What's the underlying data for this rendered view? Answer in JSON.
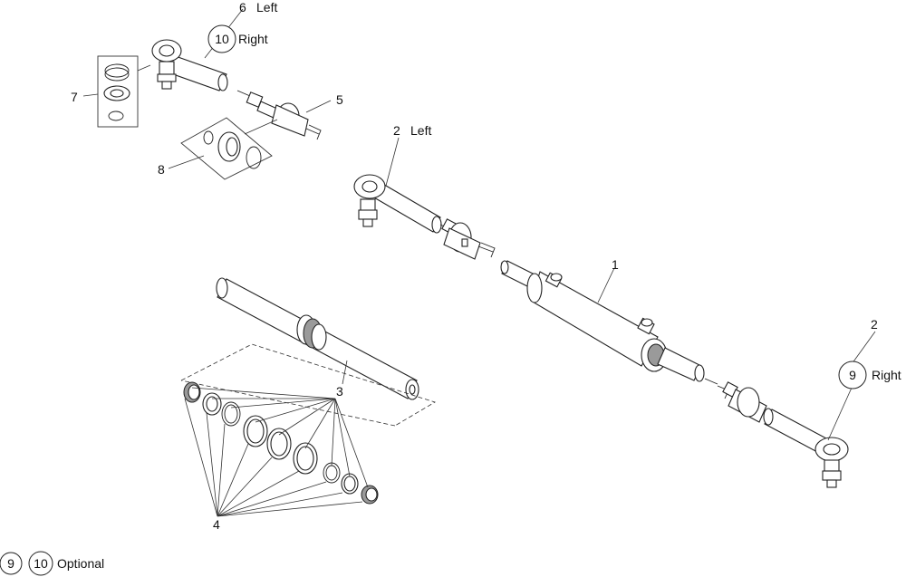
{
  "callouts": {
    "c1": "1",
    "c2_left_num": "2",
    "c2_left_text": "Left",
    "c2_right_num": "2",
    "c3": "3",
    "c4": "4",
    "c5": "5",
    "c6_num": "6",
    "c6_text": "Left",
    "c7": "7",
    "c8": "8",
    "c9_circle": "9",
    "c9_text": "Right",
    "c10_circle": "10",
    "c10_text": "Right"
  },
  "legend": {
    "circle_a": "9",
    "circle_b": "10",
    "text": "Optional"
  }
}
